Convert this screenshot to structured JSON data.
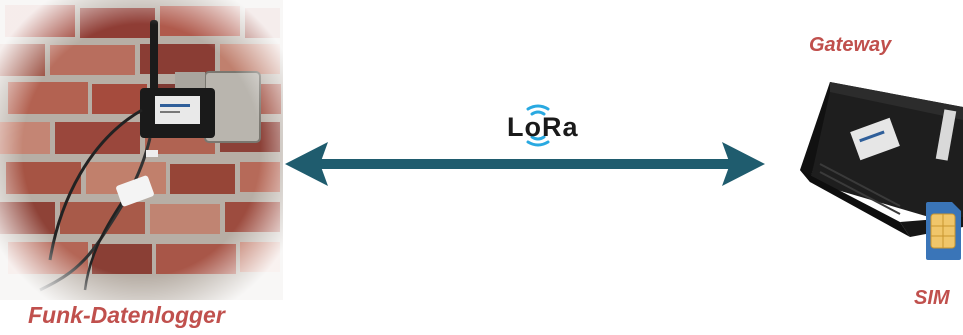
{
  "labels": {
    "logger": "Funk-Datenlogger",
    "gateway": "Gateway",
    "sim": "SIM",
    "lora": "LoRa"
  },
  "colors": {
    "caption": "#c0504d",
    "arrow": "#1f5c6e",
    "lora_waves": "#29a9e1"
  }
}
